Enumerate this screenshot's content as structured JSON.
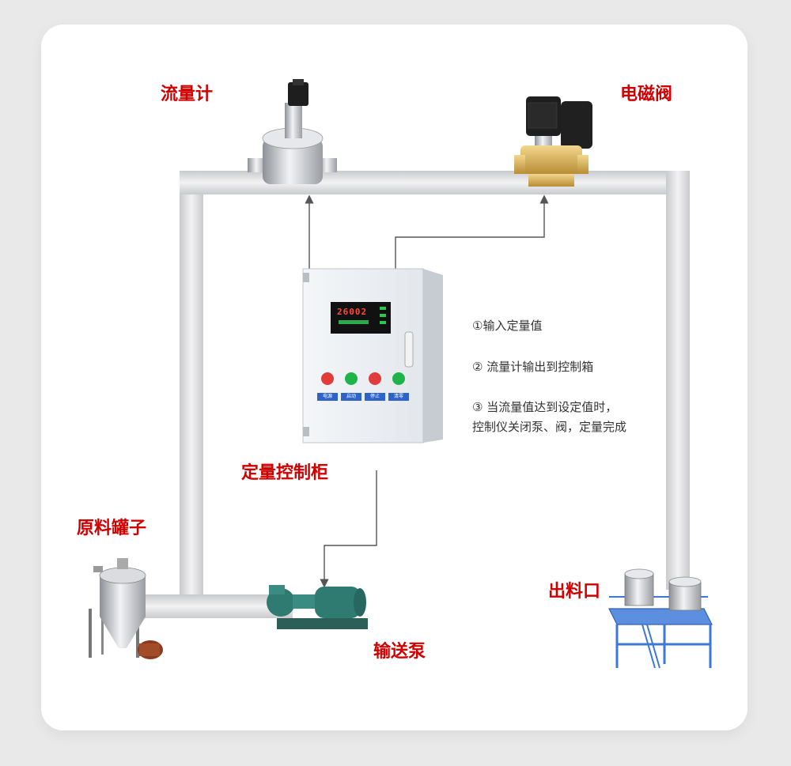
{
  "labels": {
    "flowmeter": "流量计",
    "solenoid_valve": "电磁阀",
    "cabinet": "定量控制柜",
    "raw_tank": "原料罐子",
    "pump": "输送泵",
    "outlet": "出料口"
  },
  "steps": {
    "step1": "①输入定量值",
    "step2": "② 流量计输出到控制箱",
    "step3_line1": "③ 当流量值达到设定值时，",
    "step3_line2": "控制仪关闭泵、阀，定量完成"
  },
  "display": {
    "reading": "26002"
  },
  "buttons": [
    {
      "label": "电源",
      "color": "#e23b3b"
    },
    {
      "label": "启动",
      "color": "#1fb44a"
    },
    {
      "label": "停止",
      "color": "#e23b3b"
    },
    {
      "label": "清零",
      "color": "#1fb44a"
    }
  ],
  "colors": {
    "label_red": "#d10000",
    "pipe": "#d7d8da",
    "frame_blue": "#3b78d8"
  }
}
